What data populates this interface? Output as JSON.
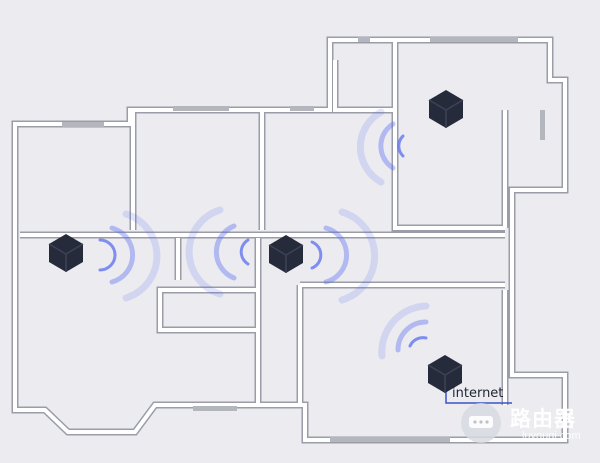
{
  "labels": {
    "internet": "internet"
  },
  "watermark": {
    "cn": "路由器",
    "url": "luyouqi.com"
  },
  "devices": [
    {
      "id": "router-top-right"
    },
    {
      "id": "router-left"
    },
    {
      "id": "router-center"
    },
    {
      "id": "router-main"
    }
  ],
  "colors": {
    "background": "#ececf0",
    "wall": "#ffffff",
    "wall_outline": "#9a9ca8",
    "window": "#b4b6be",
    "device": "#262b3b",
    "signal": "#5a6ef0",
    "cable": "#3a54c8"
  }
}
